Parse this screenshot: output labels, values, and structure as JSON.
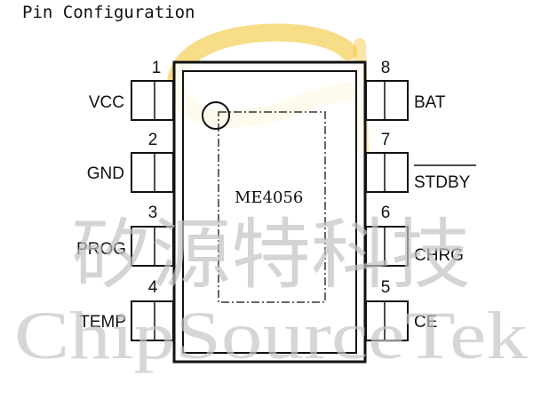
{
  "heading": "Pin Configuration",
  "chip": {
    "part_number": "ME4056",
    "pins": [
      {
        "number": "1",
        "name": "VCC",
        "side": "left"
      },
      {
        "number": "2",
        "name": "GND",
        "side": "left"
      },
      {
        "number": "3",
        "name": "PROG",
        "side": "left"
      },
      {
        "number": "4",
        "name": "TEMP",
        "side": "left"
      },
      {
        "number": "8",
        "name": "BAT",
        "side": "right"
      },
      {
        "number": "7",
        "name": "STDBY",
        "side": "right",
        "overline": true
      },
      {
        "number": "6",
        "name": "CHRG",
        "side": "right"
      },
      {
        "number": "5",
        "name": "CE",
        "side": "right"
      }
    ]
  },
  "watermark": {
    "chinese": "矽源特科技",
    "english": "ChipSourceTek",
    "logo_color": "#f3c63a"
  },
  "colors": {
    "outline": "#111111",
    "package_fill": "#ffffff",
    "watermark_text": "#c2c2c2"
  }
}
